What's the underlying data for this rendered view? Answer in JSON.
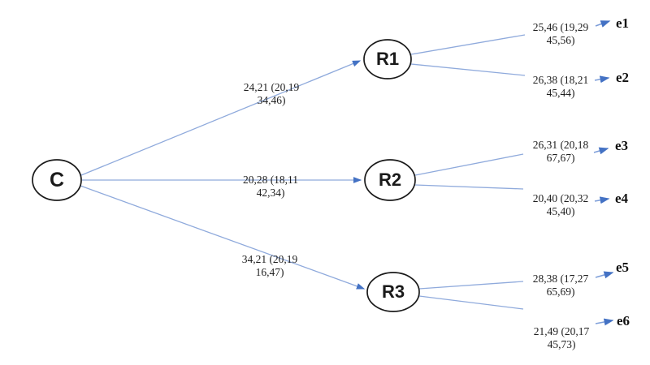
{
  "diagram": {
    "root": {
      "label": "C"
    },
    "nodes": [
      {
        "id": "R1",
        "label": "R1"
      },
      {
        "id": "R2",
        "label": "R2"
      },
      {
        "id": "R3",
        "label": "R3"
      }
    ],
    "leaves": [
      {
        "label": "e1"
      },
      {
        "label": "e2"
      },
      {
        "label": "e3"
      },
      {
        "label": "e4"
      },
      {
        "label": "e5"
      },
      {
        "label": "e6"
      }
    ],
    "edge_labels": [
      {
        "from": "C",
        "to": "R1",
        "line1": "24,21 (20,19",
        "line2": "34,46)"
      },
      {
        "from": "C",
        "to": "R2",
        "line1": "20,28 (18,11",
        "line2": "42,34)"
      },
      {
        "from": "C",
        "to": "R3",
        "line1": "34,21 (20,19",
        "line2": "16,47)"
      },
      {
        "from": "R1",
        "to": "e1",
        "line1": "25,46 (19,29",
        "line2": "45,56)"
      },
      {
        "from": "R1",
        "to": "e2",
        "line1": "26,38 (18,21",
        "line2": "45,44)"
      },
      {
        "from": "R2",
        "to": "e3",
        "line1": "26,31 (20,18",
        "line2": "67,67)"
      },
      {
        "from": "R2",
        "to": "e4",
        "line1": "20,40 (20,32",
        "line2": "45,40)"
      },
      {
        "from": "R3",
        "to": "e5",
        "line1": "28,38 (17,27",
        "line2": "65,69)"
      },
      {
        "from": "R3",
        "to": "e6",
        "line1": "21,49 (20,17",
        "line2": "45,73)"
      }
    ],
    "colors": {
      "connector": "#8faadc",
      "leaf_arrow": "#4472c4",
      "node_stroke": "#1a1a1a",
      "node_fill": "#ffffff"
    }
  }
}
